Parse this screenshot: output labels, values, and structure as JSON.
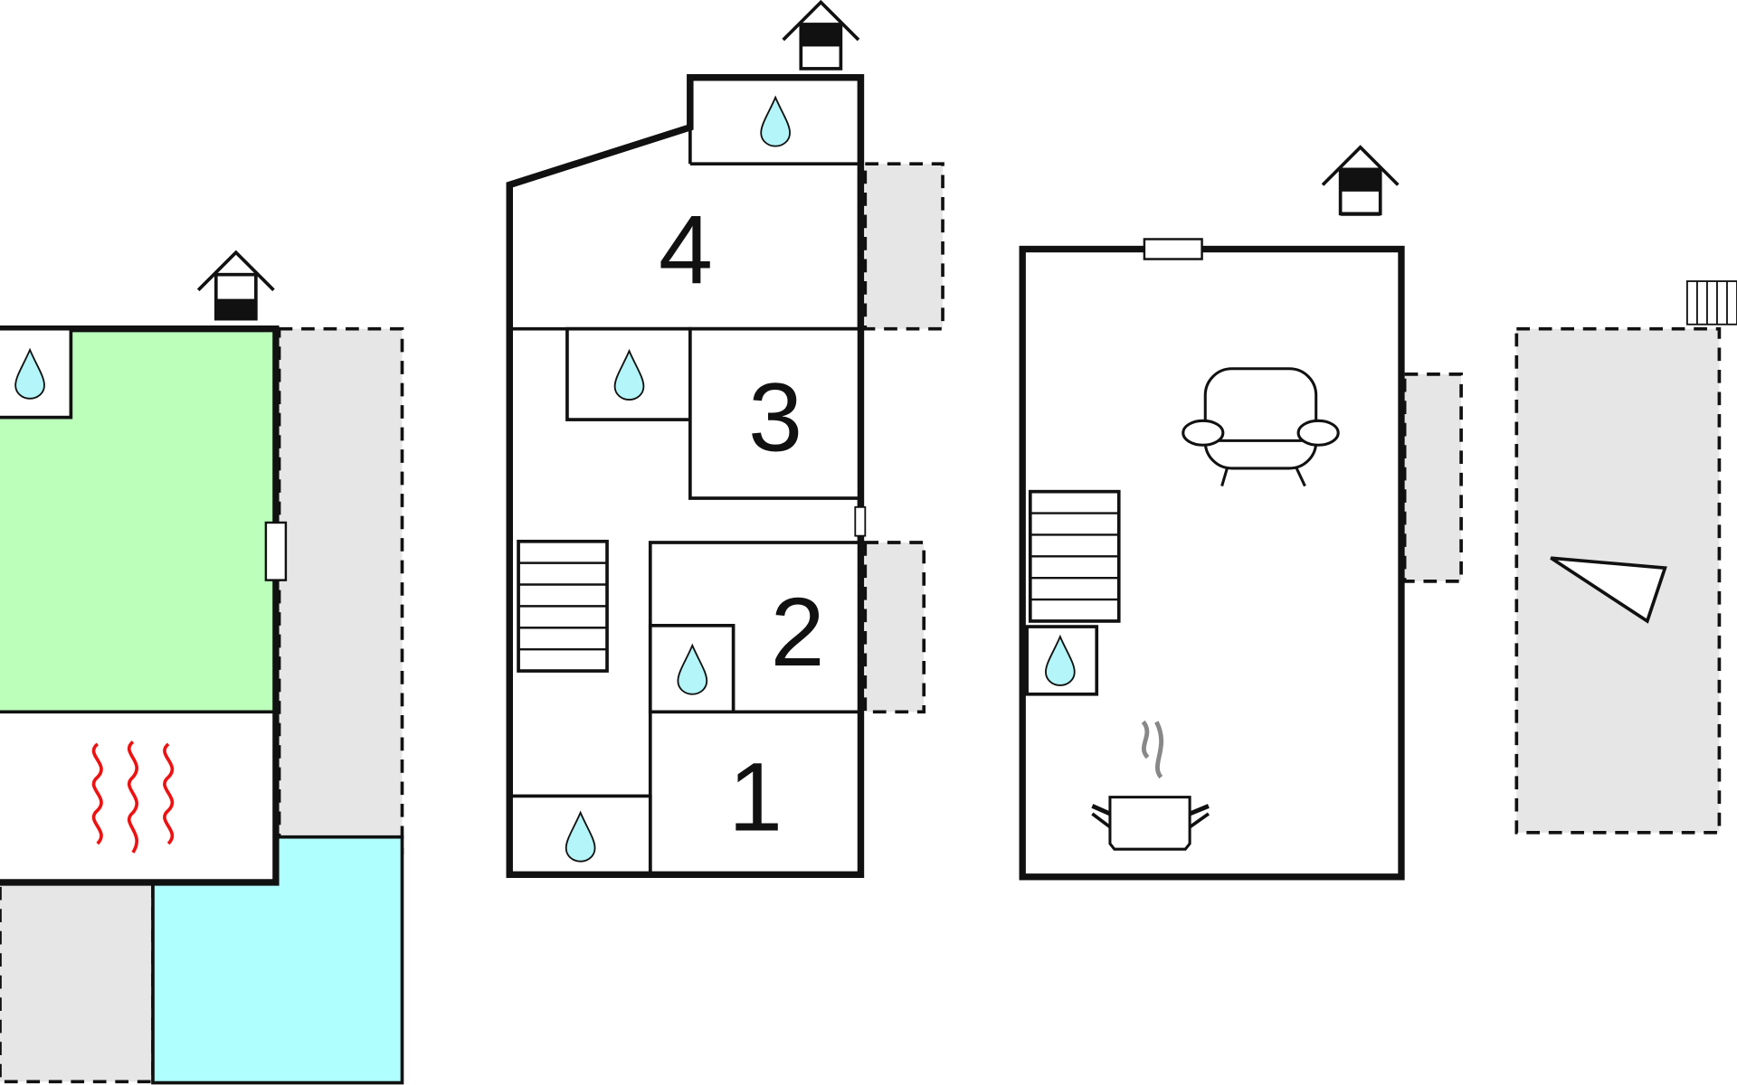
{
  "rooms": [
    {
      "label": "4"
    },
    {
      "label": "3"
    },
    {
      "label": "2"
    },
    {
      "label": "1"
    }
  ],
  "colors": {
    "living_area": "#bbffbb",
    "pool": "#b0ffff",
    "terrace": "#e6e6e6",
    "water_drop": "#b3f5f8",
    "sauna_heat": "#ee1111",
    "steam": "#888888"
  },
  "icons": [
    "chimney-house-icon",
    "water-drop-icon",
    "stairs-icon",
    "sofa-icon",
    "cooking-pot-icon",
    "heat-waves-icon",
    "compass-triangle-icon",
    "fence-icon",
    "door-icon",
    "window-icon"
  ]
}
